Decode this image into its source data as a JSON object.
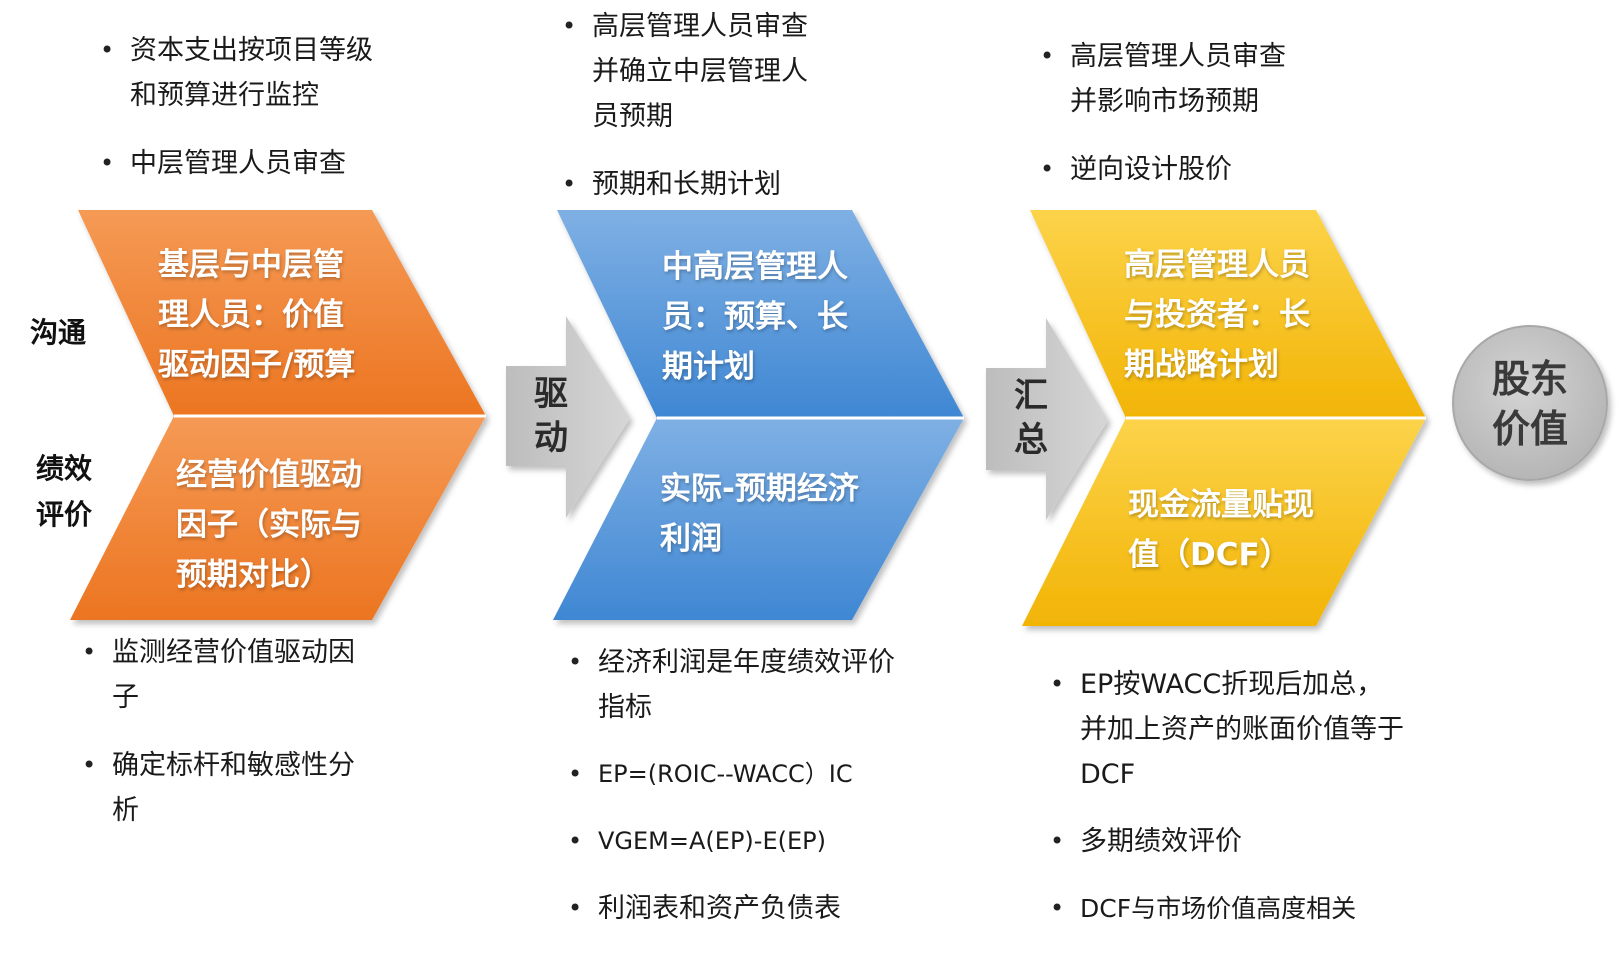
{
  "colors": {
    "orange_top": "#f59a55",
    "orange_bottom": "#ec7521",
    "blue_top": "#7fb0e4",
    "blue_bottom": "#3f87d3",
    "yellow_top": "#fcd34a",
    "yellow_bottom": "#f2b405",
    "arrow_gray": "#c9c9c9",
    "circle_gray": "#c2c2c2"
  },
  "side_labels": {
    "communication": "沟通",
    "evaluation_line1": "绩效",
    "evaluation_line2": "评价"
  },
  "stage1": {
    "top_notes": [
      "资本支出按项目等级和预算进行监控",
      "中层管理人员审查"
    ],
    "upper_text": [
      "基层与中层管",
      "理人员：价值",
      "驱动因子/预算"
    ],
    "lower_text": [
      "经营价值驱动",
      "因子（实际与",
      "预期对比）"
    ],
    "bottom_notes": [
      "监测经营价值驱动因子",
      "确定标杆和敏感性分析"
    ]
  },
  "arrow1": {
    "label_line1": "驱",
    "label_line2": "动"
  },
  "stage2": {
    "top_notes": [
      "高层管理人员审查并确立中层管理人员预期",
      "预期和长期计划"
    ],
    "upper_text": [
      "中高层管理人",
      "员：预算、长",
      "期计划"
    ],
    "lower_text": [
      "实际-预期经济",
      "利润"
    ],
    "bottom_notes": [
      "经济利润是年度绩效评价指标",
      "EP=(ROIC--WACC）IC",
      "VGEM=A(EP)-E(EP)",
      "利润表和资产负债表"
    ]
  },
  "arrow2": {
    "label_line1": "汇",
    "label_line2": "总"
  },
  "stage3": {
    "top_notes": [
      "高层管理人员审查并影响市场预期",
      "逆向设计股价"
    ],
    "upper_text": [
      "高层管理人员",
      "与投资者：长",
      "期战略计划"
    ],
    "lower_text": [
      "现金流量贴现",
      "值（DCF）"
    ],
    "bottom_notes": [
      "EP按WACC折现后加总，并加上资产的账面价值等于DCF",
      "多期绩效评价",
      "DCF与市场价值高度相关"
    ]
  },
  "result": {
    "label_line1": "股东",
    "label_line2": "价值"
  }
}
